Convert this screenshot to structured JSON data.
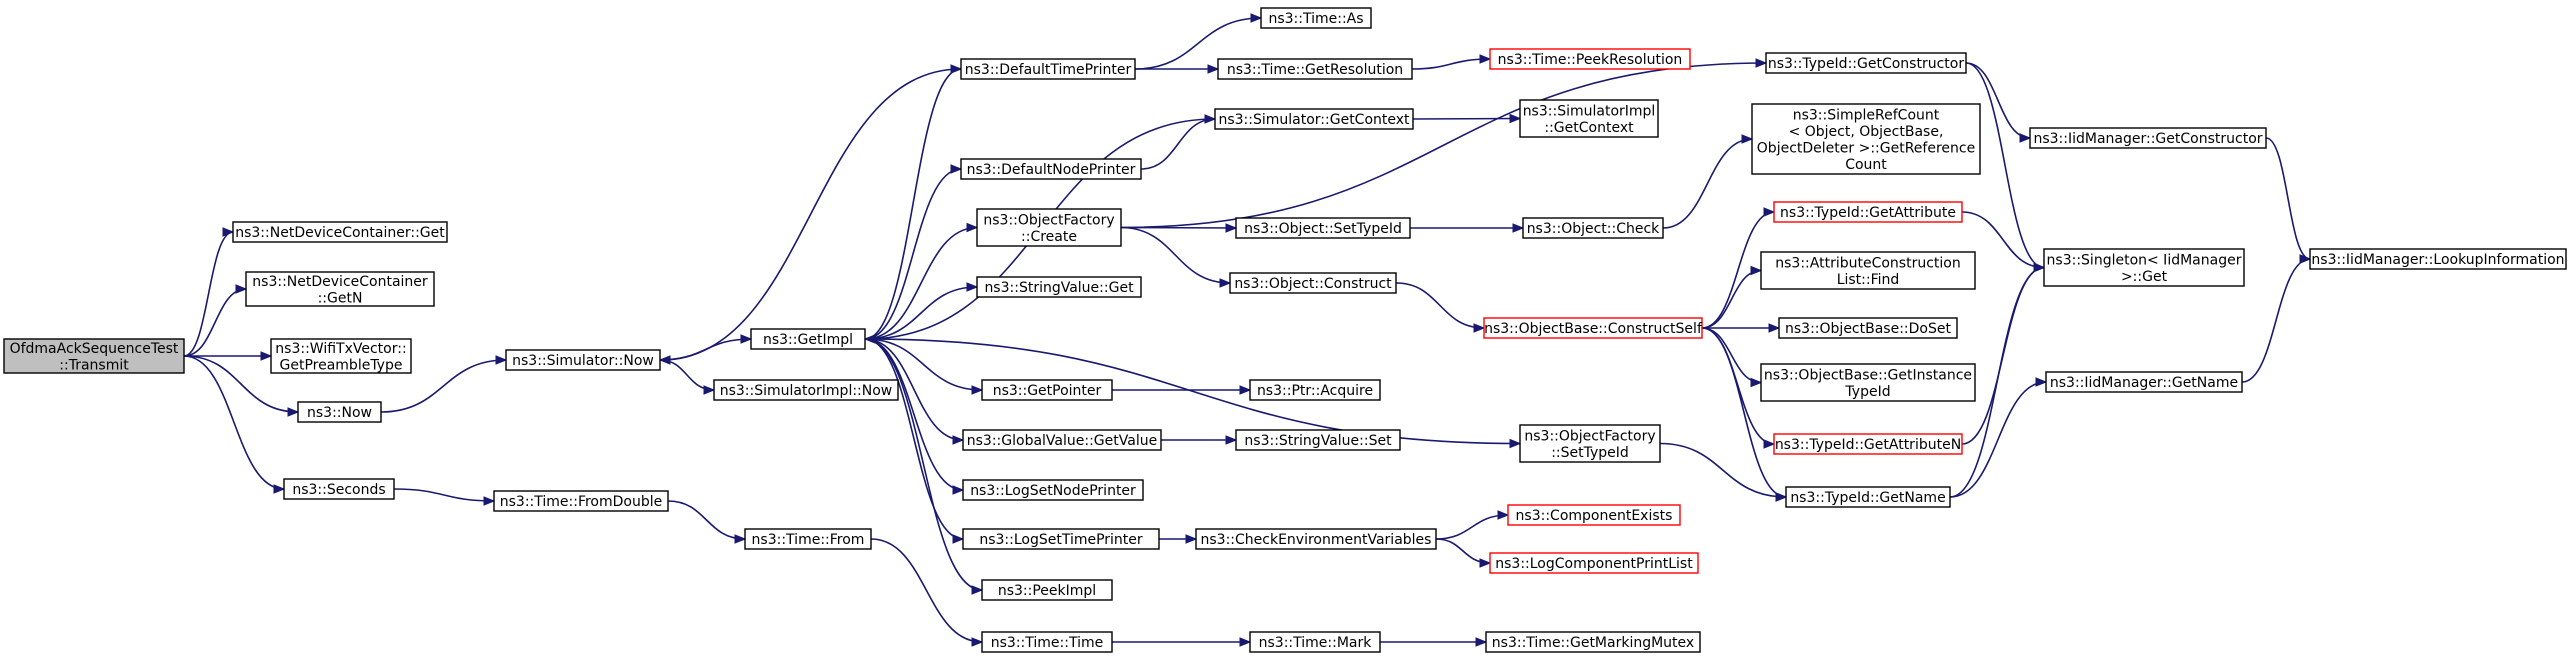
{
  "graph": {
    "colors": {
      "edge": "#191970",
      "root_fill": "#bfbfbf",
      "node_border": "#000000",
      "truncated_border": "#ff0000",
      "background": "#ffffff"
    },
    "nodes": [
      {
        "id": "root",
        "lines": [
          "OfdmaAckSequenceTest",
          "::Transmit"
        ],
        "style": "root"
      },
      {
        "id": "ndc_get",
        "lines": [
          "ns3::NetDeviceContainer::Get"
        ]
      },
      {
        "id": "ndc_getn",
        "lines": [
          "ns3::NetDeviceContainer",
          "::GetN"
        ]
      },
      {
        "id": "wifitx",
        "lines": [
          "ns3::WifiTxVector::",
          "GetPreambleType"
        ]
      },
      {
        "id": "now",
        "lines": [
          "ns3::Now"
        ]
      },
      {
        "id": "seconds",
        "lines": [
          "ns3::Seconds"
        ]
      },
      {
        "id": "sim_now",
        "lines": [
          "ns3::Simulator::Now"
        ]
      },
      {
        "id": "fromdouble",
        "lines": [
          "ns3::Time::FromDouble"
        ]
      },
      {
        "id": "getimpl",
        "lines": [
          "ns3::GetImpl"
        ]
      },
      {
        "id": "simimpl_now",
        "lines": [
          "ns3::SimulatorImpl::Now"
        ]
      },
      {
        "id": "time_from",
        "lines": [
          "ns3::Time::From"
        ]
      },
      {
        "id": "deftime",
        "lines": [
          "ns3::DefaultTimePrinter"
        ]
      },
      {
        "id": "defnode",
        "lines": [
          "ns3::DefaultNodePrinter"
        ]
      },
      {
        "id": "objfact_create",
        "lines": [
          "ns3::ObjectFactory",
          "::Create"
        ]
      },
      {
        "id": "strval_get",
        "lines": [
          "ns3::StringValue::Get"
        ]
      },
      {
        "id": "getpointer",
        "lines": [
          "ns3::GetPointer"
        ]
      },
      {
        "id": "gv_getvalue",
        "lines": [
          "ns3::GlobalValue::GetValue"
        ]
      },
      {
        "id": "logsetnode",
        "lines": [
          "ns3::LogSetNodePrinter"
        ]
      },
      {
        "id": "logsettime",
        "lines": [
          "ns3::LogSetTimePrinter"
        ]
      },
      {
        "id": "peekimpl",
        "lines": [
          "ns3::PeekImpl"
        ]
      },
      {
        "id": "time_time",
        "lines": [
          "ns3::Time::Time"
        ]
      },
      {
        "id": "time_as",
        "lines": [
          "ns3::Time::As"
        ]
      },
      {
        "id": "time_getres",
        "lines": [
          "ns3::Time::GetResolution"
        ]
      },
      {
        "id": "sim_getctx",
        "lines": [
          "ns3::Simulator::GetContext"
        ]
      },
      {
        "id": "obj_settypeid",
        "lines": [
          "ns3::Object::SetTypeId"
        ]
      },
      {
        "id": "obj_construct",
        "lines": [
          "ns3::Object::Construct"
        ]
      },
      {
        "id": "ptr_acquire",
        "lines": [
          "ns3::Ptr::Acquire"
        ]
      },
      {
        "id": "strval_set",
        "lines": [
          "ns3::StringValue::Set"
        ]
      },
      {
        "id": "checkenv",
        "lines": [
          "ns3::CheckEnvironmentVariables"
        ]
      },
      {
        "id": "time_mark",
        "lines": [
          "ns3::Time::Mark"
        ]
      },
      {
        "id": "peekres",
        "lines": [
          "ns3::Time::PeekResolution"
        ],
        "style": "red"
      },
      {
        "id": "simimpl_getctx",
        "lines": [
          "ns3::SimulatorImpl",
          "::GetContext"
        ]
      },
      {
        "id": "obj_check",
        "lines": [
          "ns3::Object::Check"
        ]
      },
      {
        "id": "objbase_cs",
        "lines": [
          "ns3::ObjectBase::ConstructSelf"
        ],
        "style": "red"
      },
      {
        "id": "objfact_settypeid",
        "lines": [
          "ns3::ObjectFactory",
          "::SetTypeId"
        ]
      },
      {
        "id": "compexists",
        "lines": [
          "ns3::ComponentExists"
        ],
        "style": "red"
      },
      {
        "id": "logcomplist",
        "lines": [
          "ns3::LogComponentPrintList"
        ],
        "style": "red"
      },
      {
        "id": "getmarkmutex",
        "lines": [
          "ns3::Time::GetMarkingMutex"
        ]
      },
      {
        "id": "typeid_getctor",
        "lines": [
          "ns3::TypeId::GetConstructor"
        ]
      },
      {
        "id": "simplerefcount",
        "lines": [
          "ns3::SimpleRefCount",
          "< Object, ObjectBase,",
          "ObjectDeleter >::GetReference",
          "Count"
        ]
      },
      {
        "id": "typeid_getattr",
        "lines": [
          "ns3::TypeId::GetAttribute"
        ],
        "style": "red"
      },
      {
        "id": "attrcons_find",
        "lines": [
          "ns3::AttributeConstruction",
          "List::Find"
        ]
      },
      {
        "id": "objbase_doset",
        "lines": [
          "ns3::ObjectBase::DoSet"
        ]
      },
      {
        "id": "objbase_getinst",
        "lines": [
          "ns3::ObjectBase::GetInstance",
          "TypeId"
        ]
      },
      {
        "id": "typeid_getattrn",
        "lines": [
          "ns3::TypeId::GetAttributeN"
        ],
        "style": "red"
      },
      {
        "id": "typeid_getname",
        "lines": [
          "ns3::TypeId::GetName"
        ]
      },
      {
        "id": "iid_getctor",
        "lines": [
          "ns3::IidManager::GetConstructor"
        ]
      },
      {
        "id": "singleton_get",
        "lines": [
          "ns3::Singleton< IidManager",
          ">::Get"
        ]
      },
      {
        "id": "iid_getname",
        "lines": [
          "ns3::IidManager::GetName"
        ]
      },
      {
        "id": "iid_lookup",
        "lines": [
          "ns3::IidManager::LookupInformation"
        ]
      }
    ],
    "edges": [
      [
        "root",
        "ndc_get"
      ],
      [
        "root",
        "ndc_getn"
      ],
      [
        "root",
        "wifitx"
      ],
      [
        "root",
        "now"
      ],
      [
        "root",
        "seconds"
      ],
      [
        "now",
        "sim_now"
      ],
      [
        "seconds",
        "fromdouble"
      ],
      [
        "sim_now",
        "getimpl"
      ],
      [
        "sim_now",
        "simimpl_now"
      ],
      [
        "fromdouble",
        "time_from"
      ],
      [
        "time_from",
        "time_time"
      ],
      [
        "getimpl",
        "deftime"
      ],
      [
        "getimpl",
        "defnode"
      ],
      [
        "getimpl",
        "objfact_create"
      ],
      [
        "getimpl",
        "strval_get"
      ],
      [
        "getimpl",
        "getpointer"
      ],
      [
        "getimpl",
        "gv_getvalue"
      ],
      [
        "getimpl",
        "logsetnode"
      ],
      [
        "getimpl",
        "logsettime"
      ],
      [
        "getimpl",
        "peekimpl"
      ],
      [
        "getimpl",
        "objfact_settypeid"
      ],
      [
        "deftime",
        "sim_now"
      ],
      [
        "deftime",
        "time_as"
      ],
      [
        "deftime",
        "time_getres"
      ],
      [
        "time_getres",
        "peekres"
      ],
      [
        "sim_getctx",
        "getimpl"
      ],
      [
        "sim_getctx",
        "simimpl_getctx"
      ],
      [
        "defnode",
        "sim_getctx"
      ],
      [
        "objfact_create",
        "typeid_getctor"
      ],
      [
        "objfact_create",
        "obj_settypeid"
      ],
      [
        "objfact_create",
        "obj_construct"
      ],
      [
        "obj_settypeid",
        "obj_check"
      ],
      [
        "obj_check",
        "simplerefcount"
      ],
      [
        "obj_construct",
        "objbase_cs"
      ],
      [
        "getpointer",
        "ptr_acquire"
      ],
      [
        "gv_getvalue",
        "strval_set"
      ],
      [
        "logsettime",
        "checkenv"
      ],
      [
        "checkenv",
        "compexists"
      ],
      [
        "checkenv",
        "logcomplist"
      ],
      [
        "time_time",
        "time_mark"
      ],
      [
        "time_mark",
        "getmarkmutex"
      ],
      [
        "objfact_settypeid",
        "typeid_getname"
      ],
      [
        "objbase_cs",
        "typeid_getattr"
      ],
      [
        "objbase_cs",
        "attrcons_find"
      ],
      [
        "objbase_cs",
        "objbase_doset"
      ],
      [
        "objbase_cs",
        "objbase_getinst"
      ],
      [
        "objbase_cs",
        "typeid_getattrn"
      ],
      [
        "objbase_cs",
        "typeid_getname"
      ],
      [
        "typeid_getctor",
        "iid_getctor"
      ],
      [
        "typeid_getctor",
        "singleton_get"
      ],
      [
        "typeid_getattr",
        "singleton_get"
      ],
      [
        "typeid_getattrn",
        "singleton_get"
      ],
      [
        "typeid_getname",
        "singleton_get"
      ],
      [
        "typeid_getname",
        "iid_getname"
      ],
      [
        "iid_getctor",
        "iid_lookup"
      ],
      [
        "iid_getname",
        "iid_lookup"
      ]
    ]
  }
}
